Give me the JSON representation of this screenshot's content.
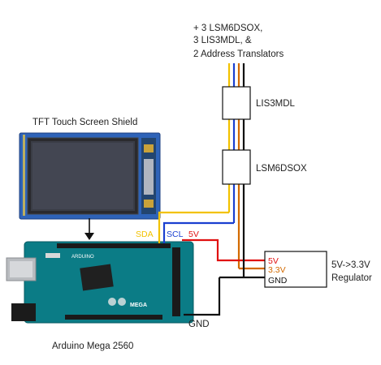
{
  "colors": {
    "sda": "#f2c200",
    "scl": "#1a3fd0",
    "power5v": "#e01010",
    "power33v": "#d36a00",
    "ground": "#111111",
    "arduino_board": "#0b7c86",
    "tft_blue": "#2e63b8"
  },
  "header_note": {
    "line1": "+ 3 LSM6DSOX,",
    "line2": "3 LIS3MDL, &",
    "line3": "2 Address Translators"
  },
  "modules": {
    "lis3mdl": "LIS3MDL",
    "lsm6dsox": "LSM6DSOX"
  },
  "tft": {
    "title": "TFT Touch Screen Shield"
  },
  "arduino": {
    "caption": "Arduino Mega 2560",
    "silk_brand": "ARDUINO",
    "silk_model": "MEGA"
  },
  "wire_labels": {
    "sda": "SDA",
    "scl": "SCL",
    "five_v": "5V",
    "gnd": "GND"
  },
  "regulator": {
    "title_line1": "5V->3.3V",
    "title_line2": "Regulator",
    "pin_5v": "5V",
    "pin_33v": "3.3V",
    "pin_gnd": "GND"
  }
}
